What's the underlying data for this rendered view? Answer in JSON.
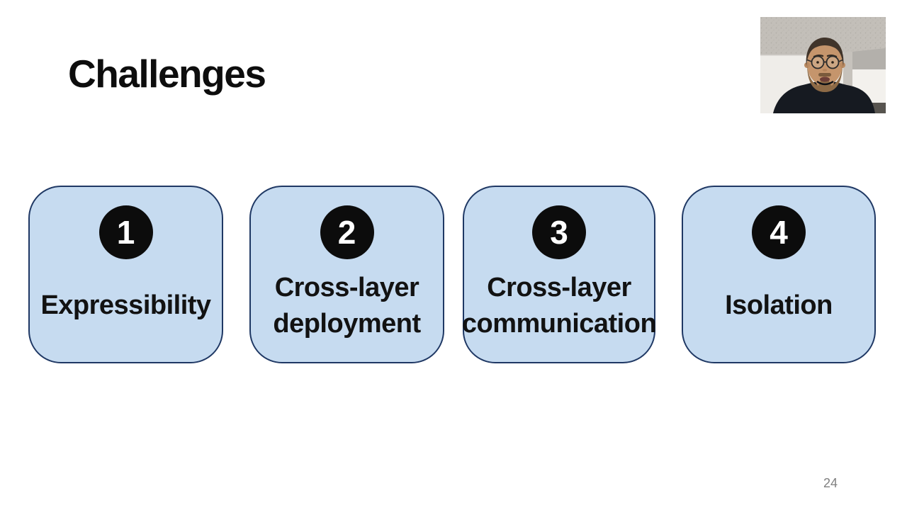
{
  "slide": {
    "title": "Challenges",
    "page_number": "24",
    "cards": [
      {
        "number": "1",
        "label": "Expressibility"
      },
      {
        "number": "2",
        "label": "Cross-layer deployment"
      },
      {
        "number": "3",
        "label": "Cross-layer communication"
      },
      {
        "number": "4",
        "label": "Isolation"
      }
    ]
  },
  "colors": {
    "card_fill": "#c6dbf0",
    "card_border": "#1f3864",
    "number_circle_fill": "#0c0c0c",
    "number_text": "#ffffff",
    "title_text": "#0d0d0d",
    "page_number_text": "#808080"
  }
}
